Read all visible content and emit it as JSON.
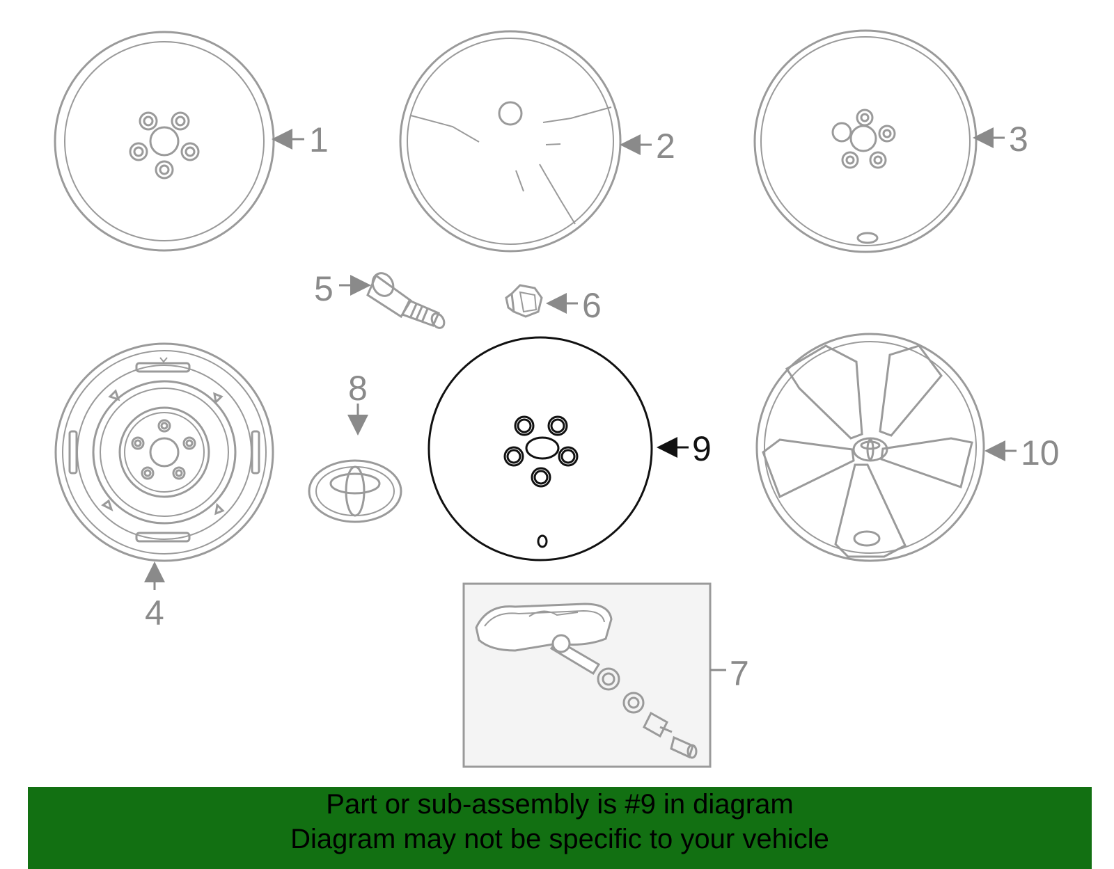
{
  "diagram": {
    "callouts": {
      "c1": "1",
      "c2": "2",
      "c3": "3",
      "c4": "4",
      "c5": "5",
      "c6": "6",
      "c7": "7",
      "c8": "8",
      "c9": "9",
      "c10": "10"
    },
    "highlight_part": "9",
    "colors": {
      "parts": "#9a9a9a",
      "highlight": "#111111",
      "banner": "#127012"
    }
  },
  "banner": {
    "line1": "Part or sub-assembly is #9 in diagram",
    "line2": "Diagram may not be specific to your vehicle"
  }
}
